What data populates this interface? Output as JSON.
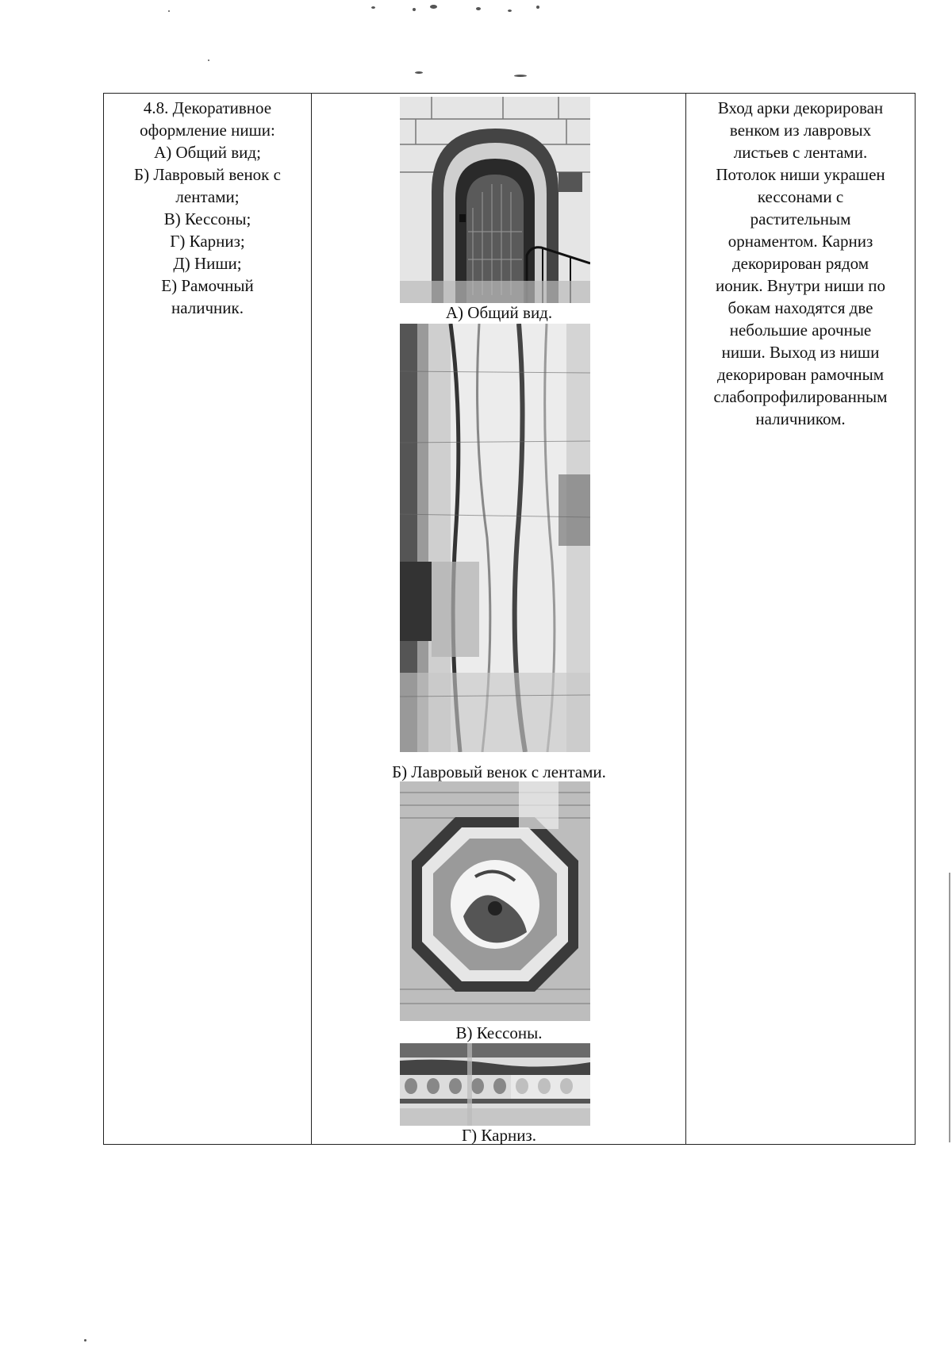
{
  "left_cell": {
    "lines": [
      "4.8. Декоративное",
      "оформление ниши:",
      "А) Общий вид;",
      "Б) Лавровый венок с",
      "лентами;",
      "В) Кессоны;",
      "Г) Карниз;",
      "Д) Ниши;",
      "Е) Рамочный",
      "наличник."
    ]
  },
  "figures": [
    {
      "caption": "А) Общий вид."
    },
    {
      "caption": "Б) Лавровый венок с лентами."
    },
    {
      "caption": "В) Кессоны."
    },
    {
      "caption": "Г) Карниз."
    }
  ],
  "right_cell": {
    "lines": [
      "Вход арки декорирован",
      "венком из лавровых",
      "листьев с лентами.",
      "Потолок ниши украшен",
      "кессонами с",
      "растительным",
      "орнаментом. Карниз",
      "декорирован рядом",
      "ионик. Внутри ниши по",
      "бокам находятся две",
      "небольшие арочные",
      "ниши. Выход из ниши",
      "декорирован рамочным",
      "слабопрофилированным",
      "наличником."
    ]
  }
}
